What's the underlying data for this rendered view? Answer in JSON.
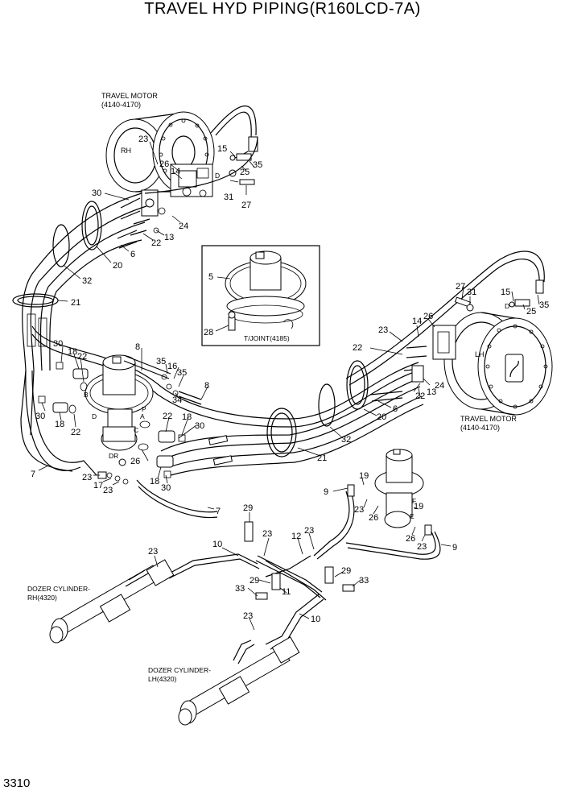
{
  "title": "TRAVEL HYD PIPING(R160LCD-7A)",
  "page_number": "3310",
  "labels": {
    "travel_motor_rh_name": "TRAVEL MOTOR",
    "travel_motor_rh_range": "(4140-4170)",
    "travel_motor_lh_name": "TRAVEL MOTOR",
    "travel_motor_lh_range": "(4140-4170)",
    "rh": "RH",
    "lh": "LH",
    "tjoint": "T/JOINT(4185)",
    "dozer_rh_name": "DOZER CYLINDER-",
    "dozer_rh_code": "RH(4320)",
    "dozer_lh_name": "DOZER CYLINDER-",
    "dozer_lh_code": "LH(4320)"
  },
  "port_letters": {
    "d_rh": "D",
    "b": "B",
    "d_left": "D",
    "p": "P",
    "a": "A",
    "c": "C",
    "dr": "DR",
    "d_lh": "D",
    "e": "E",
    "f": "F"
  },
  "callouts": {
    "c23_a": "23",
    "c26_a": "26",
    "c14_a": "14",
    "c15_a": "15",
    "c25_a": "25",
    "c35_a": "35",
    "c31_a": "31",
    "c27_a": "27",
    "c30_a": "30",
    "c24_a": "24",
    "c22_a": "22",
    "c13_a": "13",
    "c6_a": "6",
    "c20_a": "20",
    "c32_a": "32",
    "c21_a": "21",
    "c5": "5",
    "c28": "28",
    "c27_b": "27",
    "c31_b": "31",
    "c15_b": "15",
    "c25_b": "25",
    "c35_b": "35",
    "c26_b": "26",
    "c14_b": "14",
    "c23_b": "23",
    "c22_b": "22",
    "c24_b": "24",
    "c13_b": "13",
    "c22_c": "22",
    "c6_b": "6",
    "c20_b": "20",
    "c32_b": "32",
    "c21_b": "21",
    "c8_a": "8",
    "c35_c": "35",
    "c16": "16",
    "c35_d": "35",
    "c34": "34",
    "c8_b": "8",
    "c30_b": "30",
    "c18_a": "18",
    "c22_d": "22",
    "c30_c": "30",
    "c18_b": "18",
    "c22_e": "22",
    "c22_f": "22",
    "c18_c": "18",
    "c30_d": "30",
    "c26_c": "26",
    "c7_a": "7",
    "c23_c": "23",
    "c17": "17",
    "c23_d": "23",
    "c18_d": "18",
    "c30_e": "30",
    "c7_b": "7",
    "c9_a": "9",
    "c19_a": "19",
    "c23_e": "23",
    "c26_d": "26",
    "c19_b": "19",
    "c26_e": "26",
    "c23_f": "23",
    "c9_b": "9",
    "c29_a": "29",
    "c10_a": "10",
    "c23_g": "23",
    "c12": "12",
    "c23_h": "23",
    "c23_i": "23",
    "c29_b": "29",
    "c11": "11",
    "c29_c": "29",
    "c33_a": "33",
    "c33_b": "33",
    "c23_j": "23",
    "c10_b": "10"
  },
  "icons": [
    "travel-motor-rh",
    "travel-motor-lh",
    "turning-joint",
    "dozer-cylinder-rh",
    "dozer-cylinder-lh",
    "pipe-bundle",
    "clamp-band"
  ]
}
